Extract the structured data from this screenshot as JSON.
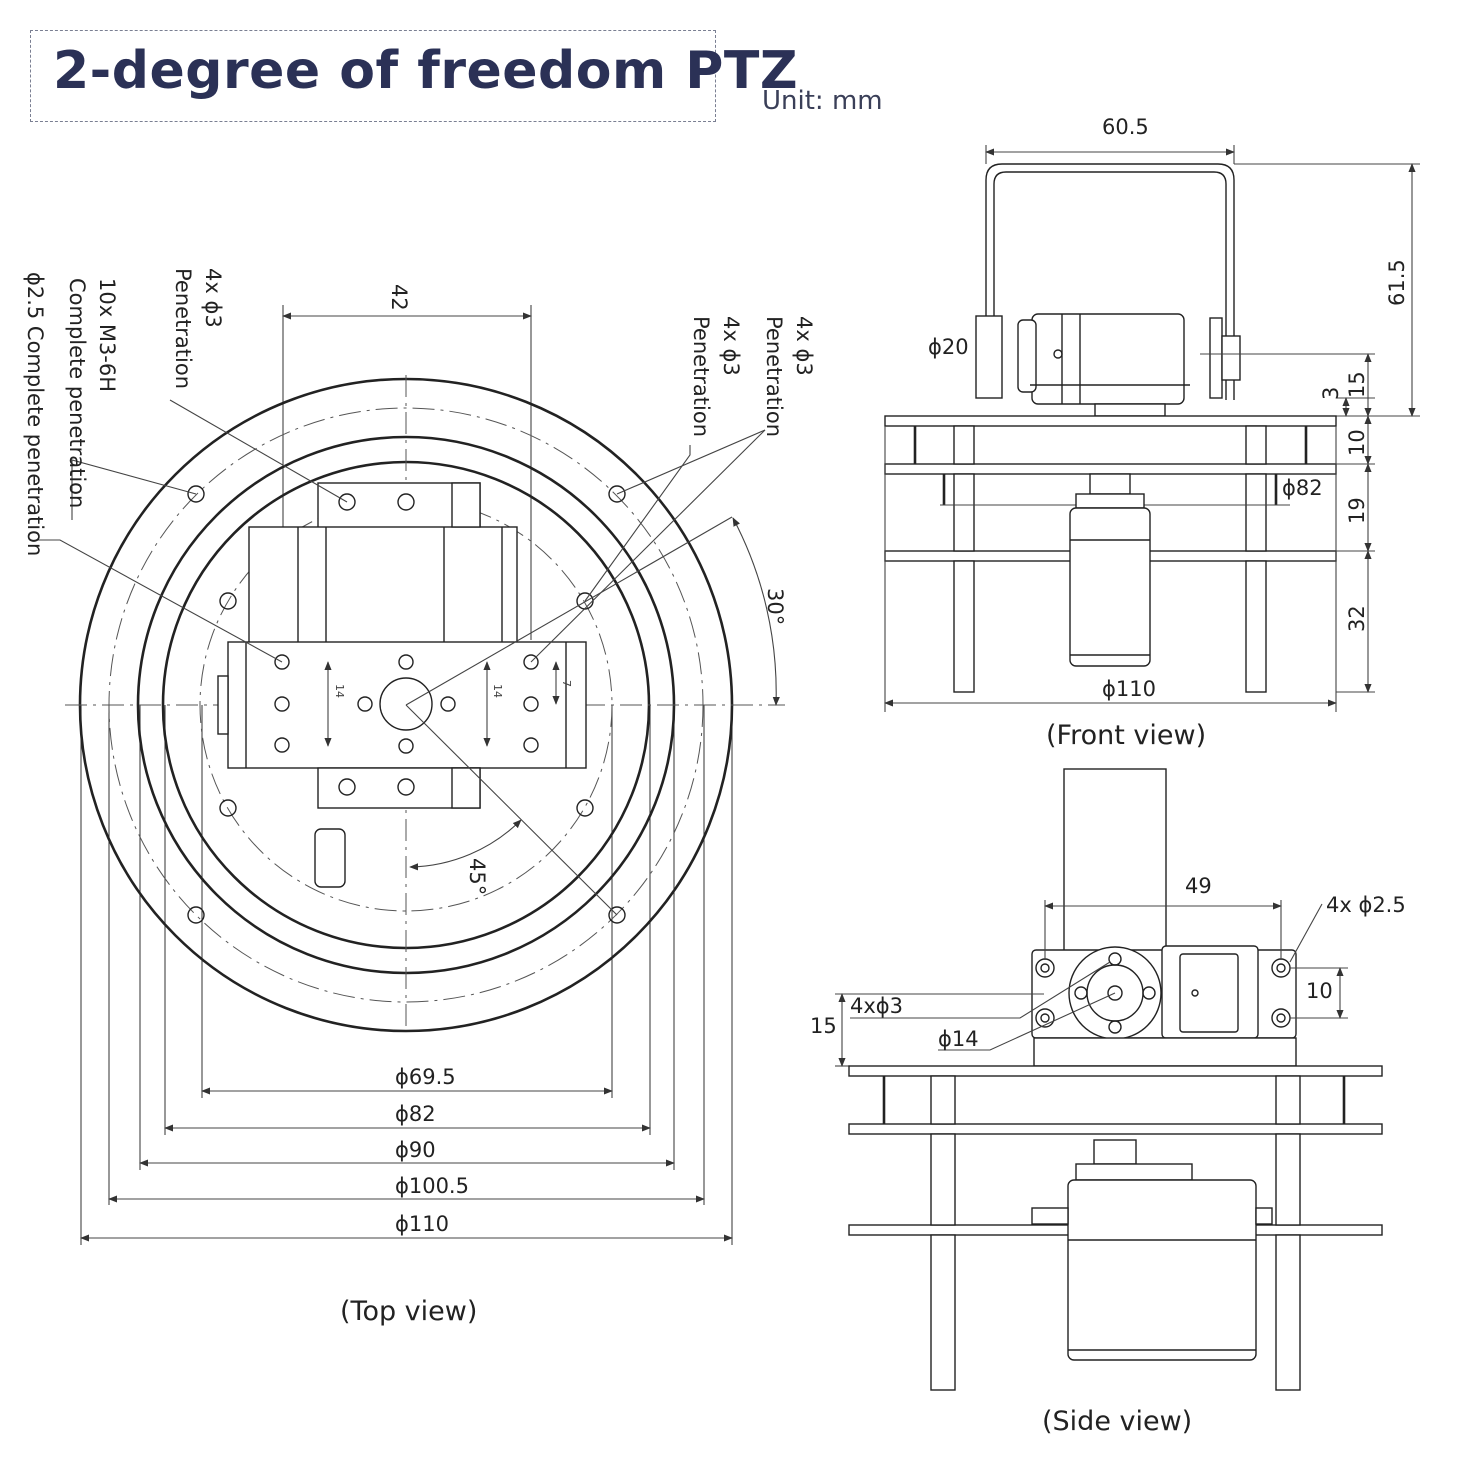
{
  "title": "2-degree of freedom PTZ",
  "unit": "Unit: mm",
  "top_view": {
    "caption": "(Top view)",
    "dim_width_42": "42",
    "angle_30": "30°",
    "angle_45": "45°",
    "inner_14_left": "14",
    "inner_14_right": "14",
    "inner_7": "7",
    "diameters": [
      "ϕ69.5",
      "ϕ82",
      "ϕ90",
      "ϕ100.5",
      "ϕ110"
    ],
    "notes": {
      "holes_2_5_complete": "ϕ2.5 Complete penetration",
      "m3_line1": "10x M3-6H",
      "m3_line2": "Complete penetration",
      "left_holes_line1": "4x ϕ3",
      "left_holes_line2": "Penetration",
      "mid_holes_line1": "4x ϕ3",
      "mid_holes_line2": "Penetration",
      "right_holes_line1": "4x ϕ3",
      "right_holes_line2": "Penetration"
    }
  },
  "front_view": {
    "caption": "(Front view)",
    "width": "60.5",
    "height": "61.5",
    "shaft_dia": "ϕ20",
    "d3": "3",
    "d15": "15",
    "d10": "10",
    "d19": "19",
    "d32": "32",
    "dia82": "ϕ82",
    "dia110": "ϕ110"
  },
  "side_view": {
    "caption": "(Side view)",
    "d49": "49",
    "holes_2_5": "4x ϕ2.5",
    "d10": "10",
    "d15": "15",
    "holes_3": "4xϕ3",
    "dia14": "ϕ14"
  }
}
